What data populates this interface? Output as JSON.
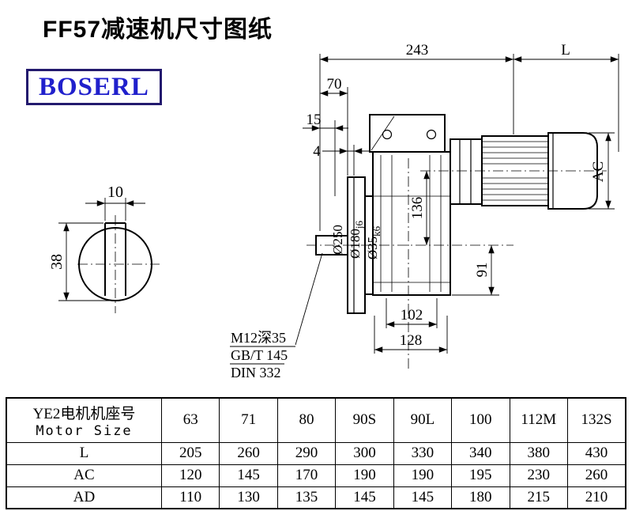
{
  "title": "FF57减速机尺寸图纸",
  "logo": "BOSERL",
  "drawing": {
    "dim_243": "243",
    "dim_L": "L",
    "dim_70": "70",
    "dim_15": "15",
    "dim_4": "4",
    "dim_136": "136",
    "dim_91": "91",
    "dim_AC": "AC",
    "dim_102": "102",
    "dim_128": "128",
    "dia_250": "Ø250",
    "dia_180": "Ø180",
    "dia_180_tol": "j6",
    "dia_35": "Ø35",
    "dia_35_tol": "k6",
    "dim_10": "10",
    "dim_38": "38",
    "note_tap": "M12深35",
    "note_gb": "GB/T 145",
    "note_din": "DIN 332"
  },
  "table": {
    "header_cn": "YE2电机机座号",
    "header_en": "Motor Size",
    "sizes": [
      "63",
      "71",
      "80",
      "90S",
      "90L",
      "100",
      "112M",
      "132S"
    ],
    "rows": [
      {
        "label": "L",
        "values": [
          "205",
          "260",
          "290",
          "300",
          "330",
          "340",
          "380",
          "430"
        ]
      },
      {
        "label": "AC",
        "values": [
          "120",
          "145",
          "170",
          "190",
          "190",
          "195",
          "230",
          "260"
        ]
      },
      {
        "label": "AD",
        "values": [
          "110",
          "130",
          "135",
          "145",
          "145",
          "180",
          "215",
          "210"
        ]
      }
    ]
  }
}
